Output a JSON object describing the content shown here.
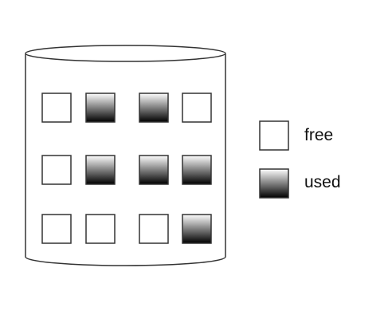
{
  "legend": {
    "free_label": "free",
    "used_label": "used"
  },
  "storage": {
    "rows": [
      [
        "free",
        "used",
        "used",
        "free"
      ],
      [
        "free",
        "used",
        "used",
        "used"
      ],
      [
        "free",
        "free",
        "free",
        "used"
      ]
    ]
  },
  "colors": {
    "outline": "#333333",
    "free_fill": "#ffffff",
    "used_gradient_top": "#ffffff",
    "used_gradient_bottom": "#000000"
  }
}
